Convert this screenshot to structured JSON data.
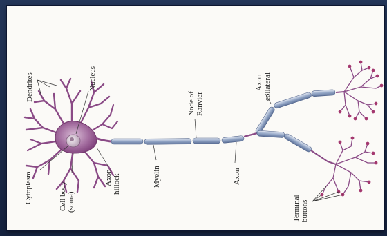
{
  "diagram": {
    "labels": {
      "dendrites": "Dendrites",
      "nucleus": "Nucleus",
      "cytoplasm": "Cytoplasm",
      "cell_body_1": "Cell body",
      "cell_body_2": "(soma)",
      "axon_hillock_1": "Axon",
      "axon_hillock_2": "hillock",
      "myelin": "Myelin",
      "node_1": "Node of",
      "node_2": "Ranvier",
      "axon": "Axon",
      "collateral_1": "Axon",
      "collateral_2": "collateral",
      "terminal_1": "Terminal",
      "terminal_2": "buttons"
    },
    "colors": {
      "cell": "#8a4a86",
      "cell_light": "#c9a3c6",
      "myelin": "#7f93b8",
      "myelin_light": "#c3cde0",
      "button": "#a4386f"
    }
  }
}
